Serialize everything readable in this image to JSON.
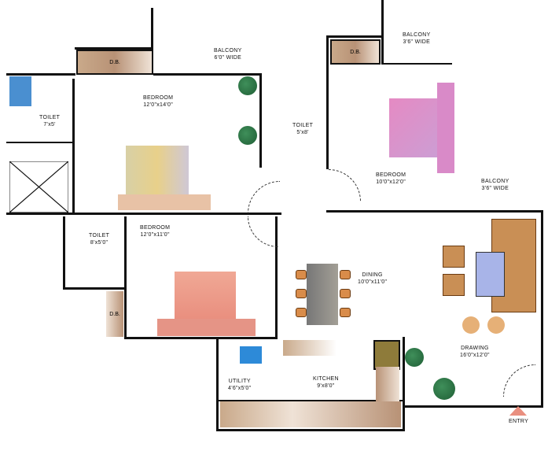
{
  "rooms": {
    "db_top": "D.B.",
    "balcony_left": {
      "name": "BALCONY",
      "size": "6'0\" WIDE"
    },
    "bedroom_top": {
      "name": "BEDROOM",
      "size": "12'0\"x14'0\""
    },
    "toilet_left": {
      "name": "TOILET",
      "size": "7'x5'"
    },
    "toilet_mid": {
      "name": "TOILET",
      "size": "5'x8'"
    },
    "db_right": "D.B.",
    "balcony_top_right": {
      "name": "BALCONY",
      "size": "3'6\" WIDE"
    },
    "bedroom_right": {
      "name": "BEDROOM",
      "size": "10'0\"x12'0\""
    },
    "balcony_right": {
      "name": "BALCONY",
      "size": "3'6\" WIDE"
    },
    "toilet_lower": {
      "name": "TOILET",
      "size": "8'x5'0\""
    },
    "bedroom_lower": {
      "name": "BEDROOM",
      "size": "12'0\"x11'0\""
    },
    "db_lower": "D.B.",
    "dining": {
      "name": "DINING",
      "size": "10'0\"x11'0\""
    },
    "drawing": {
      "name": "DRAWING",
      "size": "16'0\"x12'0\""
    },
    "utility": {
      "name": "UTILITY",
      "size": "4'6\"x5'0\""
    },
    "kitchen": {
      "name": "KITCHEN",
      "size": "9'x8'0\""
    },
    "entry": "ENTRY"
  },
  "colors": {
    "bed_pink": "#d98ac8",
    "bed_salmon": "#e98f7f",
    "bed_yellow": "#e8d08a",
    "sofa": "#c98f55",
    "plant": "#2e7a45",
    "wardrobe": "#b89276"
  }
}
